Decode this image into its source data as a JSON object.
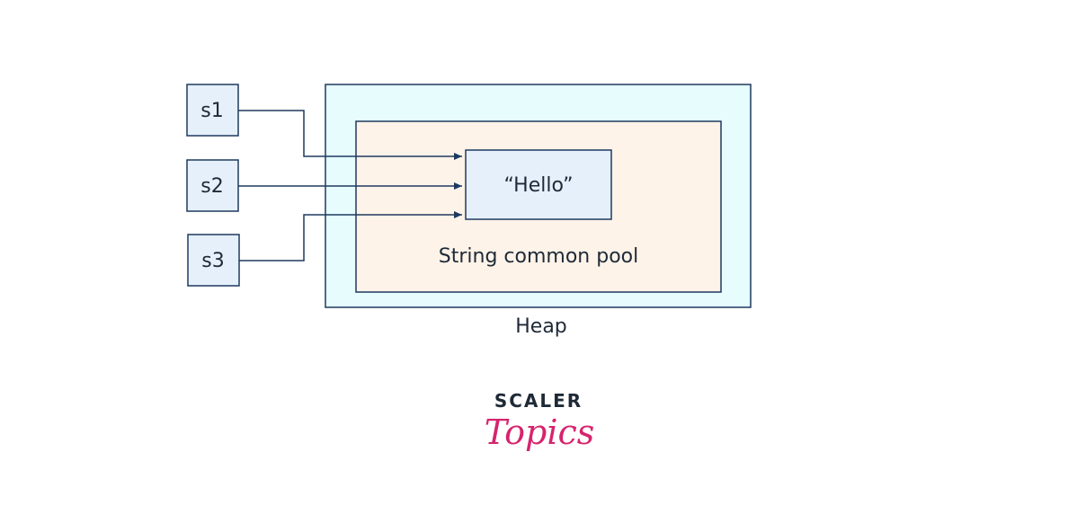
{
  "diagram": {
    "refs": [
      "s1",
      "s2",
      "s3"
    ],
    "value": "“Hello”",
    "pool_label": "String common pool",
    "heap_label": "Heap"
  },
  "logo": {
    "top": "SCALER",
    "bottom": "Topics"
  },
  "colors": {
    "stroke": "#1e3a5f",
    "ref_fill": "#e6f0fb",
    "heap_fill": "#e6fcfd",
    "pool_fill": "#fdf3e8",
    "value_fill": "#e6f0fb",
    "arrow": "#1e3a5f",
    "logo_top": "#1f2a37",
    "logo_bottom": "#d6246e"
  }
}
